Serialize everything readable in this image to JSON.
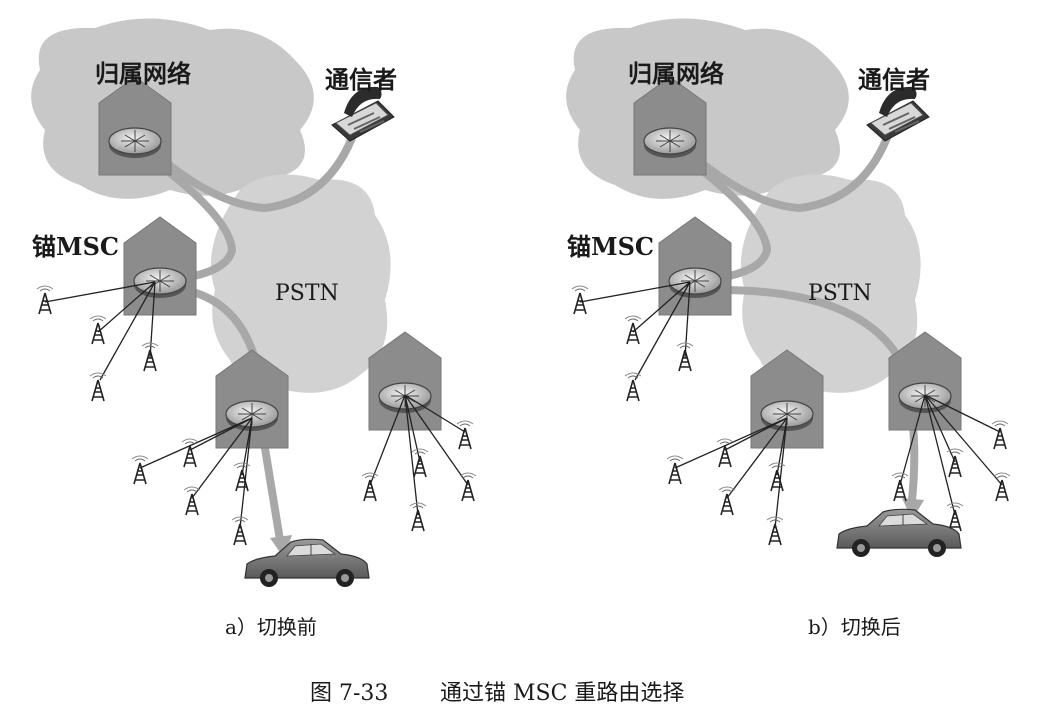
{
  "labels": {
    "home_network": "归属网络",
    "correspondent": "通信者",
    "anchor_msc": "锚MSC",
    "pstn": "PSTN"
  },
  "subfigures": [
    {
      "caption": "a）切换前"
    },
    {
      "caption": "b）切换后"
    }
  ],
  "figure": {
    "number": "图 7-33",
    "caption": "通过锚 MSC 重路由选择"
  }
}
